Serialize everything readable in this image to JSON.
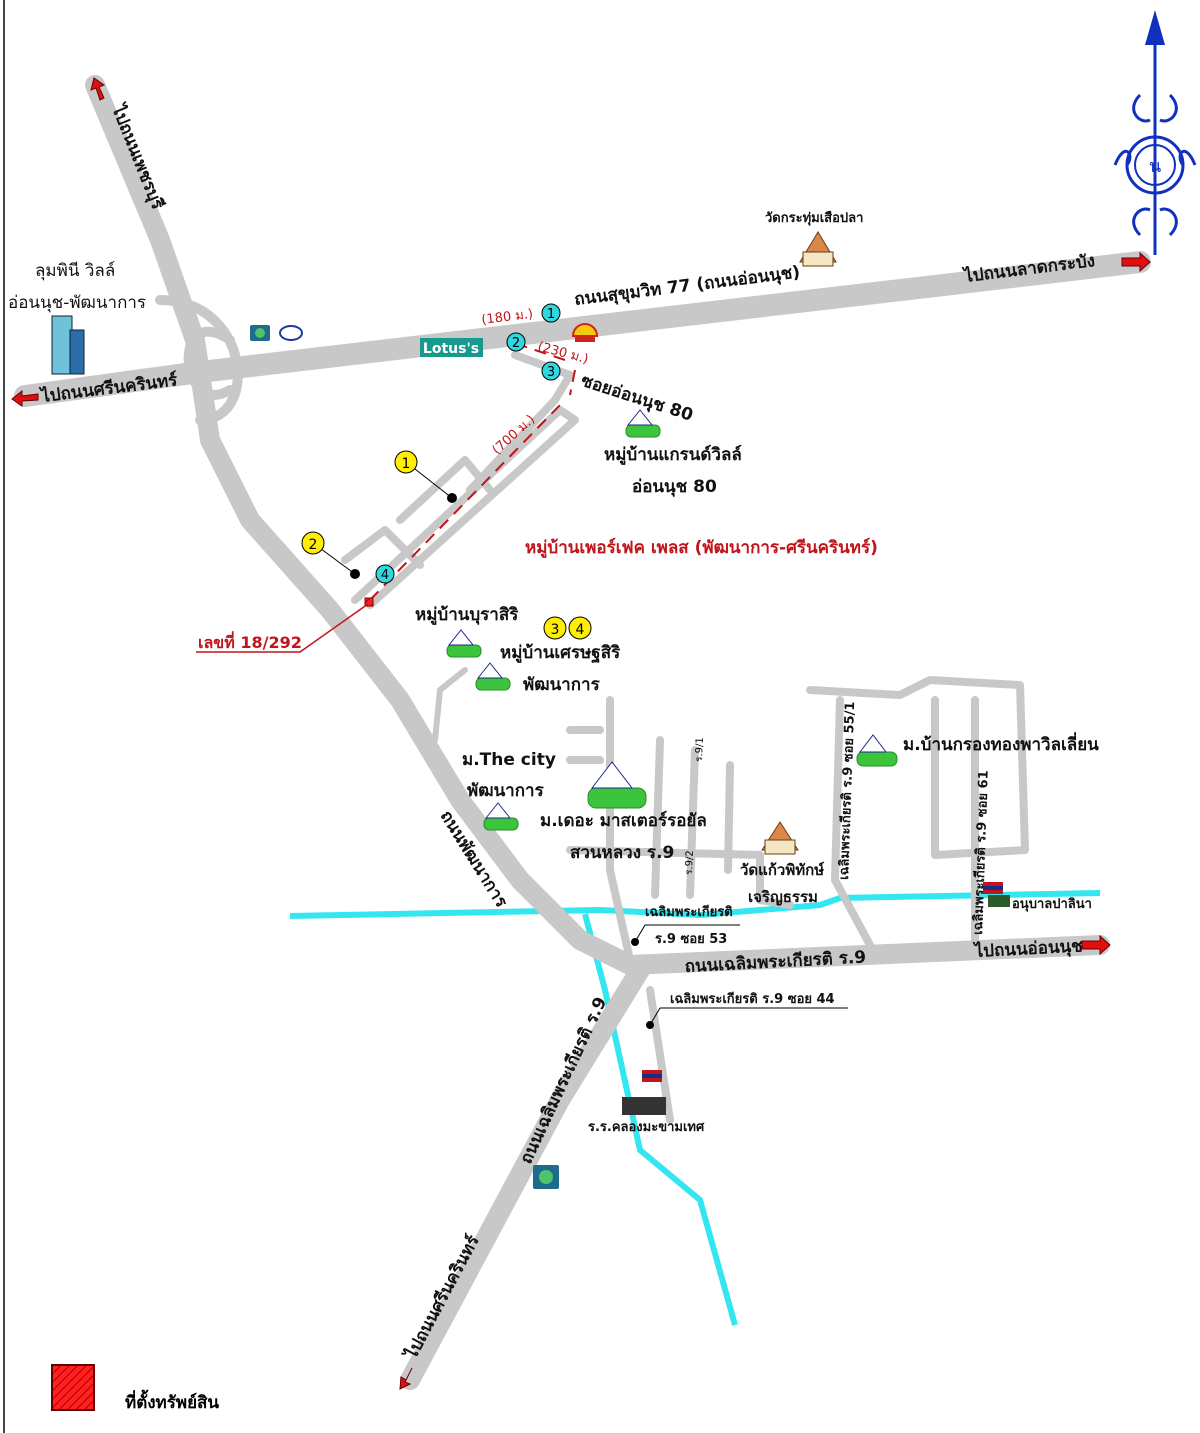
{
  "compass": {
    "north_letter": "น"
  },
  "roads": {
    "sukhumvit": "ถนนสุขุมวิท 77 (ถนนอ่อนนุช)",
    "to_lat_krabang": "ไปถนนลาดกระบัง",
    "to_srinakarin_west": "ไปถนนศรีนครินทร์",
    "to_phetchaburi": "ไปถนนเพชรบุรี",
    "pattanakarn": "ถนนพัฒนาการ",
    "chaloem_r9": "ถนนเฉลิมพระเกียรติ ร.9",
    "to_on_nut": "ไปถนนอ่อนนุช",
    "chaloem_r9_sw": "ถนนเฉลิมพระเกียรติ ร.9",
    "to_srinakarin_south": "ไปถนนศรีนครินทร์",
    "soi_on_nut_80": "ซอยอ่อนนุช 80",
    "soi_55_1": "เฉลิมพระเกียรติ ร.9 ซอย 55/1",
    "soi_61": "เฉลิมพระเกียรติ ร.9 ซอย 61",
    "soi_53_a": "เฉลิมพระเกียรติ",
    "soi_53_b": "ร.9 ซอย 53",
    "soi_44": "เฉลิมพระเกียรติ ร.9 ซอย 44",
    "r9_8_1": "ร.9/1",
    "r9_9_2": "ร.9/2"
  },
  "distances": {
    "d180": "(180 ม.)",
    "d230": "(230 ม.)",
    "d700": "(700 ม.)"
  },
  "route_markers": [
    "1",
    "2",
    "3",
    "4"
  ],
  "photo_markers": [
    "1",
    "2",
    "3",
    "4"
  ],
  "places": {
    "wat_krathum": "วัดกระทุ่มเสือปลา",
    "lumpini_1": "ลุมพินี วิลล์",
    "lumpini_2": "อ่อนนุช-พัฒนาการ",
    "lotus": "Lotus's",
    "grand_ville_1": "หมู่บ้านแกรนด์วิลล์",
    "grand_ville_2": "อ่อนนุช 80",
    "perfect_place": "หมู่บ้านเพอร์เฟค เพลส (พัฒนาการ-ศรีนครินทร์)",
    "address": "เลขที่ 18/292",
    "burasiri": "หมู่บ้านบุราสิริ",
    "setthasiri_1": "หมู่บ้านเศรษฐสิริ",
    "setthasiri_2": "พัฒนาการ",
    "the_city_1": "ม.The city",
    "the_city_2": "พัฒนาการ",
    "master_royal_1": "ม.เดอะ มาสเตอร์รอยัล",
    "master_royal_2": "สวนหลวง ร.9",
    "wat_kaew_1": "วัดแก้วพิทักษ์",
    "wat_kaew_2": "เจริญธรรม",
    "krong_thong": "ม.บ้านกรองทองพาวิลเลี่ยน",
    "anuban": "อนุบาลปาลินา",
    "school": "ร.ร.คลองมะขามเทศ"
  },
  "legend": {
    "label": "ที่ตั้งทรัพย์สิน"
  },
  "colors": {
    "road": "#c8c8c8",
    "canal": "#33e6ef",
    "accent_red": "#c0151a",
    "marker_cyan": "#2fd8e0",
    "marker_yellow": "#ffee00",
    "north_blue": "#1030c0"
  }
}
